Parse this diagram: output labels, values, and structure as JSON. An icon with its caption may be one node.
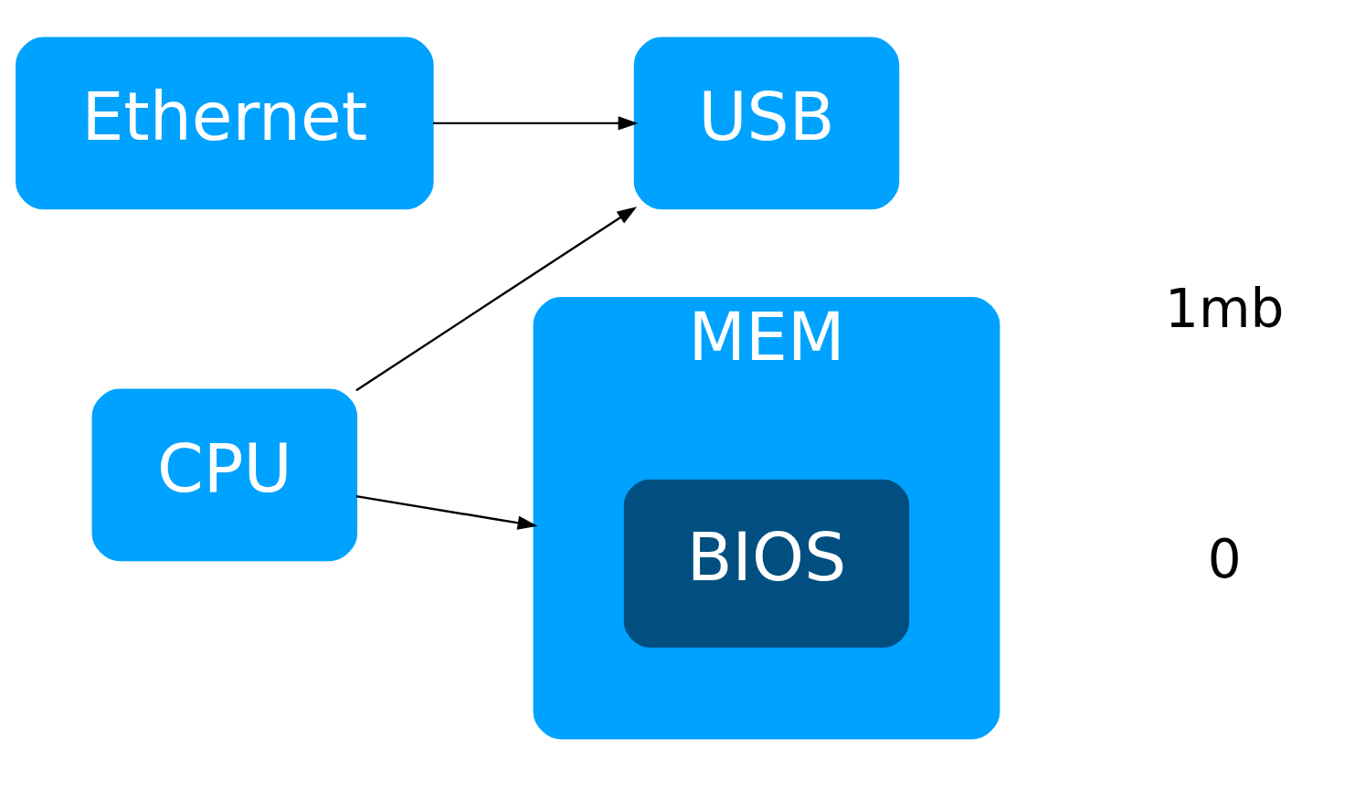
{
  "diagram": {
    "nodes": [
      {
        "text": [
          "Ethernet"
        ]
      },
      {
        "text": [
          "USB"
        ]
      },
      {
        "text": [
          "CPU"
        ]
      },
      {
        "text": [
          "MEM"
        ]
      },
      {
        "text": [
          "BIOS"
        ],
        "in": 3
      }
    ],
    "edges": [
      {
        "from": 2,
        "to": 1,
        "arrow": "to"
      },
      {
        "from": 0,
        "to": 1,
        "arrow": "to"
      },
      {
        "from": 2,
        "to": 3,
        "arrow": "to"
      }
    ],
    "labels": [
      "0",
      "1mb"
    ]
  }
}
